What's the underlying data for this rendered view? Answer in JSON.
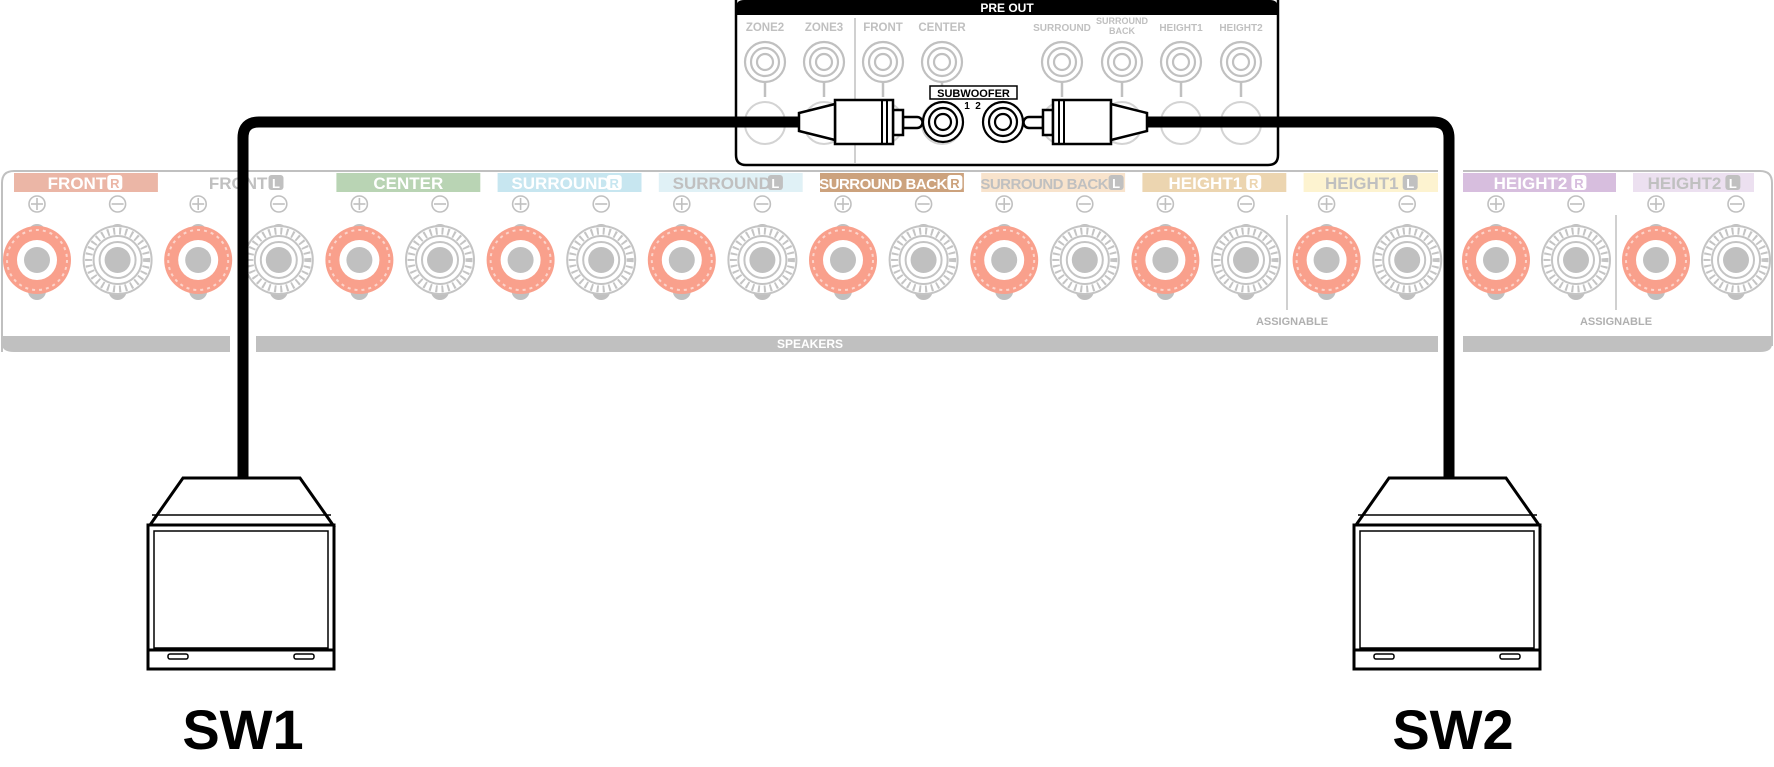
{
  "pre_out": {
    "title": "PRE OUT",
    "jacks": [
      {
        "label": "ZONE2"
      },
      {
        "label": "ZONE3"
      },
      {
        "label": "FRONT"
      },
      {
        "label": "CENTER"
      },
      {
        "label": "SURROUND"
      },
      {
        "label": "SURROUND BACK"
      },
      {
        "label": "HEIGHT1"
      },
      {
        "label": "HEIGHT2"
      }
    ],
    "subwoofer": {
      "label": "SUBWOOFER",
      "jack_numbers": [
        "1",
        "2"
      ]
    }
  },
  "speakers": {
    "bar_label": "SPEAKERS",
    "assignable_label": "ASSIGNABLE",
    "terminal_colors": {
      "plus_ring": "#f9a08c",
      "minus_ring": "#c4c4c4",
      "post": "#c0c0c0"
    },
    "channels": [
      {
        "name": "FRONT",
        "side": "R",
        "bg": "#ebb6a6",
        "text": "#ffffff",
        "badge_style": "light"
      },
      {
        "name": "FRONT",
        "side": "L",
        "bg": "#ffffff",
        "text": "#c0c0c0",
        "badge_style": "dark"
      },
      {
        "name": "CENTER",
        "side": "",
        "bg": "#b9d4b4",
        "text": "#ffffff",
        "badge_style": "none"
      },
      {
        "name": "SURROUND",
        "side": "R",
        "bg": "#c7e6f0",
        "text": "#ffffff",
        "badge_style": "light"
      },
      {
        "name": "SURROUND",
        "side": "L",
        "bg": "#e0f1f6",
        "text": "#c0c0c0",
        "badge_style": "dark"
      },
      {
        "name": "SURROUND BACK",
        "side": "R",
        "bg": "#cca27d",
        "text": "#ffffff",
        "badge_style": "light"
      },
      {
        "name": "SURROUND BACK",
        "side": "L",
        "bg": "#f8e3cc",
        "text": "#c0c0c0",
        "badge_style": "dark"
      },
      {
        "name": "HEIGHT1",
        "side": "R",
        "bg": "#ecd5b0",
        "text": "#ffffff",
        "badge_style": "light"
      },
      {
        "name": "HEIGHT1",
        "side": "L",
        "bg": "#fdf3d0",
        "text": "#c0c0c0",
        "badge_style": "dark"
      },
      {
        "name": "HEIGHT2",
        "side": "R",
        "bg": "#d7bede",
        "text": "#ffffff",
        "badge_style": "light"
      },
      {
        "name": "HEIGHT2",
        "side": "L",
        "bg": "#ece0f0",
        "text": "#c0c0c0",
        "badge_style": "dark"
      }
    ],
    "polarity_symbols": {
      "plus": "+",
      "minus": "−"
    }
  },
  "subwoofers": [
    {
      "label": "SW1",
      "connected_to": "1"
    },
    {
      "label": "SW2",
      "connected_to": "2"
    }
  ]
}
